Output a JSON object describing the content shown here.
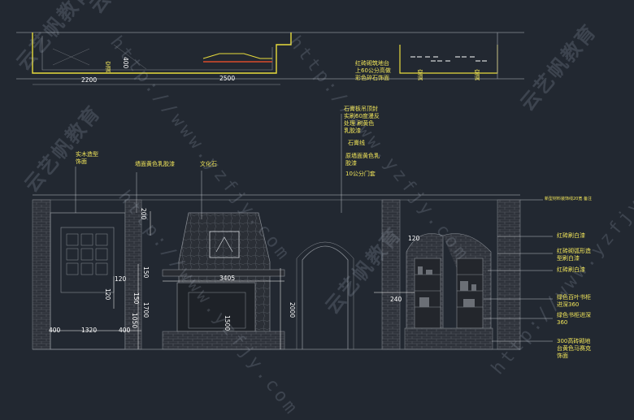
{
  "colors": {
    "background": "#222831",
    "line_grey": "#8a8f96",
    "line_yellow": "#e8dc3c",
    "line_white": "#ffffff",
    "brick": "#3a3d44"
  },
  "watermark": {
    "url": "http://www.yzfjy.com",
    "brand": "云艺帆教育"
  },
  "plan_top": {
    "dims": [
      "2200",
      "2500",
      "400",
      "空调",
      "空调",
      "空调"
    ]
  },
  "callouts_top_right": [
    "红砖砌筑地台\n上60公分高做\n彩色碎石饰面",
    "石膏板吊顶封\n实刷60度漫反\n处理 刷黄色\n乳胶漆",
    "石膏线",
    "原墙面黄色乳\n胶漆",
    "10公分门套"
  ],
  "callouts_elevation_top": [
    "实木造型\n饰面",
    "墙面黄色乳胶漆",
    "文化石"
  ],
  "callouts_right": [
    "新型材料装饰线20宽  备注",
    "红砖刷白漆",
    "红砖砌弧形造\n型刷白漆",
    "红砖刷白漆",
    "绿色百叶书柜\n进深360",
    "绿色书柜进深\n360",
    "300高砖砌地\n台黄色马赛克\n饰面"
  ],
  "elevation_dims": {
    "left_bottom": [
      "400",
      "1320",
      "400"
    ],
    "left_vertical": [
      "120",
      "1050"
    ],
    "top_vertical": "200",
    "fireplace_width": "3405",
    "fireplace_vertical": [
      "150",
      "150",
      "1700",
      "1500"
    ],
    "arch_height": "2000",
    "cabinet": [
      "120",
      "240"
    ]
  }
}
